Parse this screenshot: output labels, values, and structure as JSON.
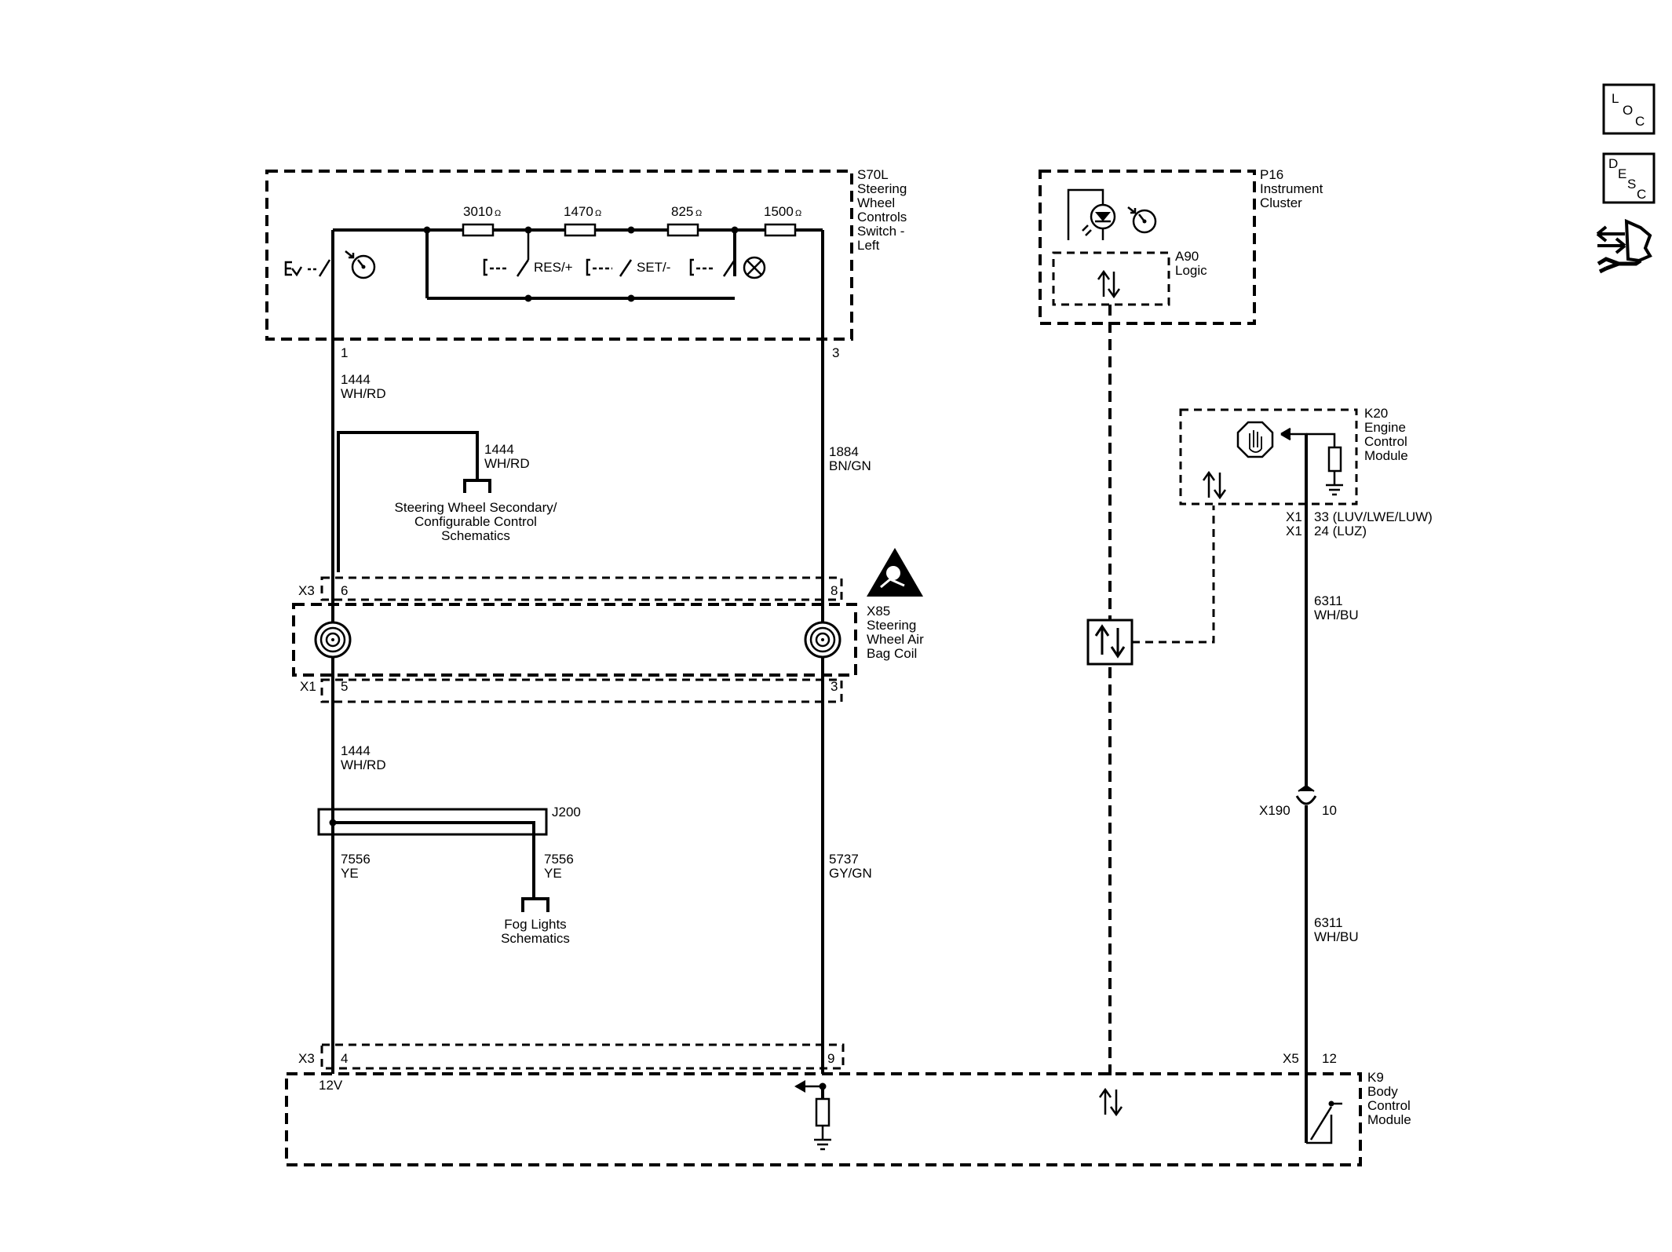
{
  "side_buttons": {
    "loc": {
      "l1": "L",
      "l2": "O",
      "l3": "C"
    },
    "desc": {
      "l1": "D",
      "l2": "E",
      "l3": "S",
      "l4": "C"
    },
    "connector_icon": "connector-tool-icon"
  },
  "components": {
    "s70l": {
      "line1": "S70L",
      "line2": "Steering",
      "line3": "Wheel",
      "line4": "Controls",
      "line5": "Switch -",
      "line6": "Left"
    },
    "p16": {
      "line1": "P16",
      "line2": "Instrument",
      "line3": "Cluster"
    },
    "a90": {
      "line1": "A90",
      "line2": "Logic"
    },
    "k20": {
      "line1": "K20",
      "line2": "Engine",
      "line3": "Control",
      "line4": "Module"
    },
    "x85": {
      "line1": "X85",
      "line2": "Steering",
      "line3": "Wheel Air",
      "line4": "Bag Coil"
    },
    "k9": {
      "line1": "K9",
      "line2": "Body",
      "line3": "Control",
      "line4": "Module"
    },
    "j200": "J200",
    "x190": "X190"
  },
  "resistors": [
    {
      "value": "3010",
      "unit": "Ω"
    },
    {
      "value": "1470",
      "unit": "Ω"
    },
    {
      "value": "825",
      "unit": "Ω"
    },
    {
      "value": "1500",
      "unit": "Ω"
    }
  ],
  "switch_labels": {
    "res": "RES/+",
    "set": "SET/-"
  },
  "pins": {
    "s70l_left": "1",
    "s70l_right": "3",
    "x3_top": "X3",
    "x3_pin_left": "6",
    "x3_pin_right": "8",
    "x1_bottom": "X1",
    "x1_pin_left": "5",
    "x1_pin_right": "3",
    "k20_x1a": "X1",
    "k20_pin_a": "33 (LUV/LWE/LUW)",
    "k20_x1b": "X1",
    "k20_pin_b": "24 (LUZ)",
    "x190_pin": "10",
    "k9_x3": "X3",
    "k9_x3_pin": "4",
    "k9_x3_pin_right": "9",
    "k9_x5": "X5",
    "k9_x5_pin": "12",
    "k9_voltage": "12V"
  },
  "wires": {
    "w1444_top": {
      "circuit": "1444",
      "color": "WH/RD"
    },
    "w1444_branch": {
      "circuit": "1444",
      "color": "WH/RD"
    },
    "w1884": {
      "circuit": "1884",
      "color": "BN/GN"
    },
    "w1444_mid": {
      "circuit": "1444",
      "color": "WH/RD"
    },
    "w7556_left": {
      "circuit": "7556",
      "color": "YE"
    },
    "w7556_right": {
      "circuit": "7556",
      "color": "YE"
    },
    "w5737": {
      "circuit": "5737",
      "color": "GY/GN"
    },
    "w6311_top": {
      "circuit": "6311",
      "color": "WH/BU"
    },
    "w6311_bottom": {
      "circuit": "6311",
      "color": "WH/BU"
    }
  },
  "references": {
    "steering_secondary": {
      "line1": "Steering Wheel Secondary/",
      "line2": "Configurable Control",
      "line3": "Schematics"
    },
    "fog_lights": {
      "line1": "Fog Lights",
      "line2": "Schematics"
    }
  }
}
